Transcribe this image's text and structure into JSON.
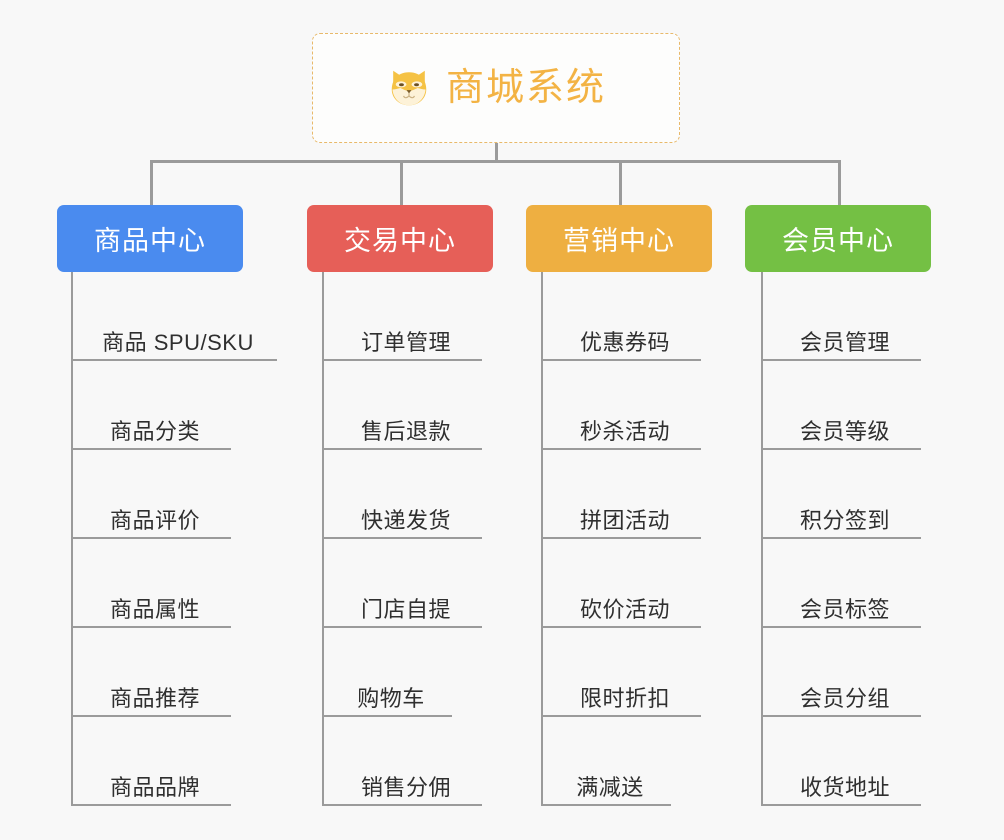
{
  "diagram": {
    "title": "商城系统",
    "background_color": "#f8f8f8",
    "root": {
      "label": "商城系统",
      "icon": "shiba-dog-icon",
      "text_color": "#f3b344",
      "border_color": "#e8b96a",
      "background_color": "#fdfdfc"
    },
    "branches": [
      {
        "id": "product-center",
        "label": "商品中心",
        "color": "#4a8bef",
        "items": [
          "商品 SPU/SKU",
          "商品分类",
          "商品评价",
          "商品属性",
          "商品推荐",
          "商品品牌"
        ]
      },
      {
        "id": "trade-center",
        "label": "交易中心",
        "color": "#e65f58",
        "items": [
          "订单管理",
          "售后退款",
          "快递发货",
          "门店自提",
          "购物车",
          "销售分佣"
        ]
      },
      {
        "id": "marketing-center",
        "label": "营销中心",
        "color": "#eeaf41",
        "items": [
          "优惠券码",
          "秒杀活动",
          "拼团活动",
          "砍价活动",
          "限时折扣",
          "满减送"
        ]
      },
      {
        "id": "member-center",
        "label": "会员中心",
        "color": "#74c044",
        "items": [
          "会员管理",
          "会员等级",
          "积分签到",
          "会员标签",
          "会员分组",
          "收货地址"
        ]
      }
    ],
    "connector_color": "#9b9b9b"
  }
}
